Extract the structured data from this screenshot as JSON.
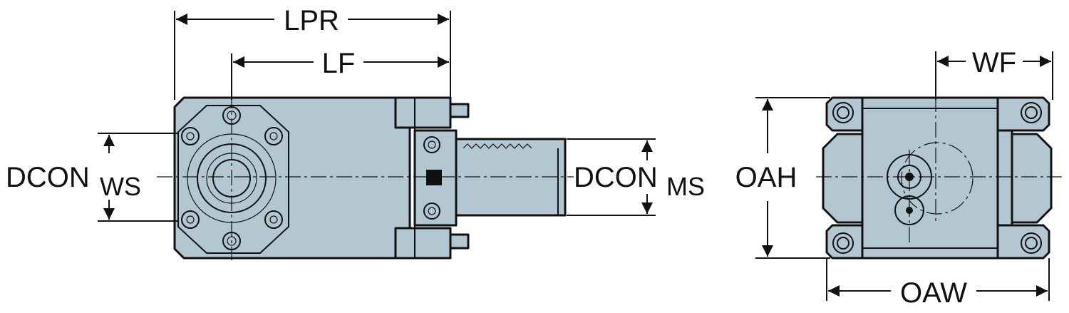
{
  "labels": {
    "lpr": "LPR",
    "lf": "LF",
    "dcon_ws": {
      "main": "DCON",
      "sub": "WS"
    },
    "dcon_ms": {
      "main": "DCON",
      "sub": "MS"
    },
    "oah": "OAH",
    "wf": "WF",
    "oaw": "OAW"
  },
  "colors": {
    "body": "#b3c7d3",
    "line": "#111111"
  }
}
